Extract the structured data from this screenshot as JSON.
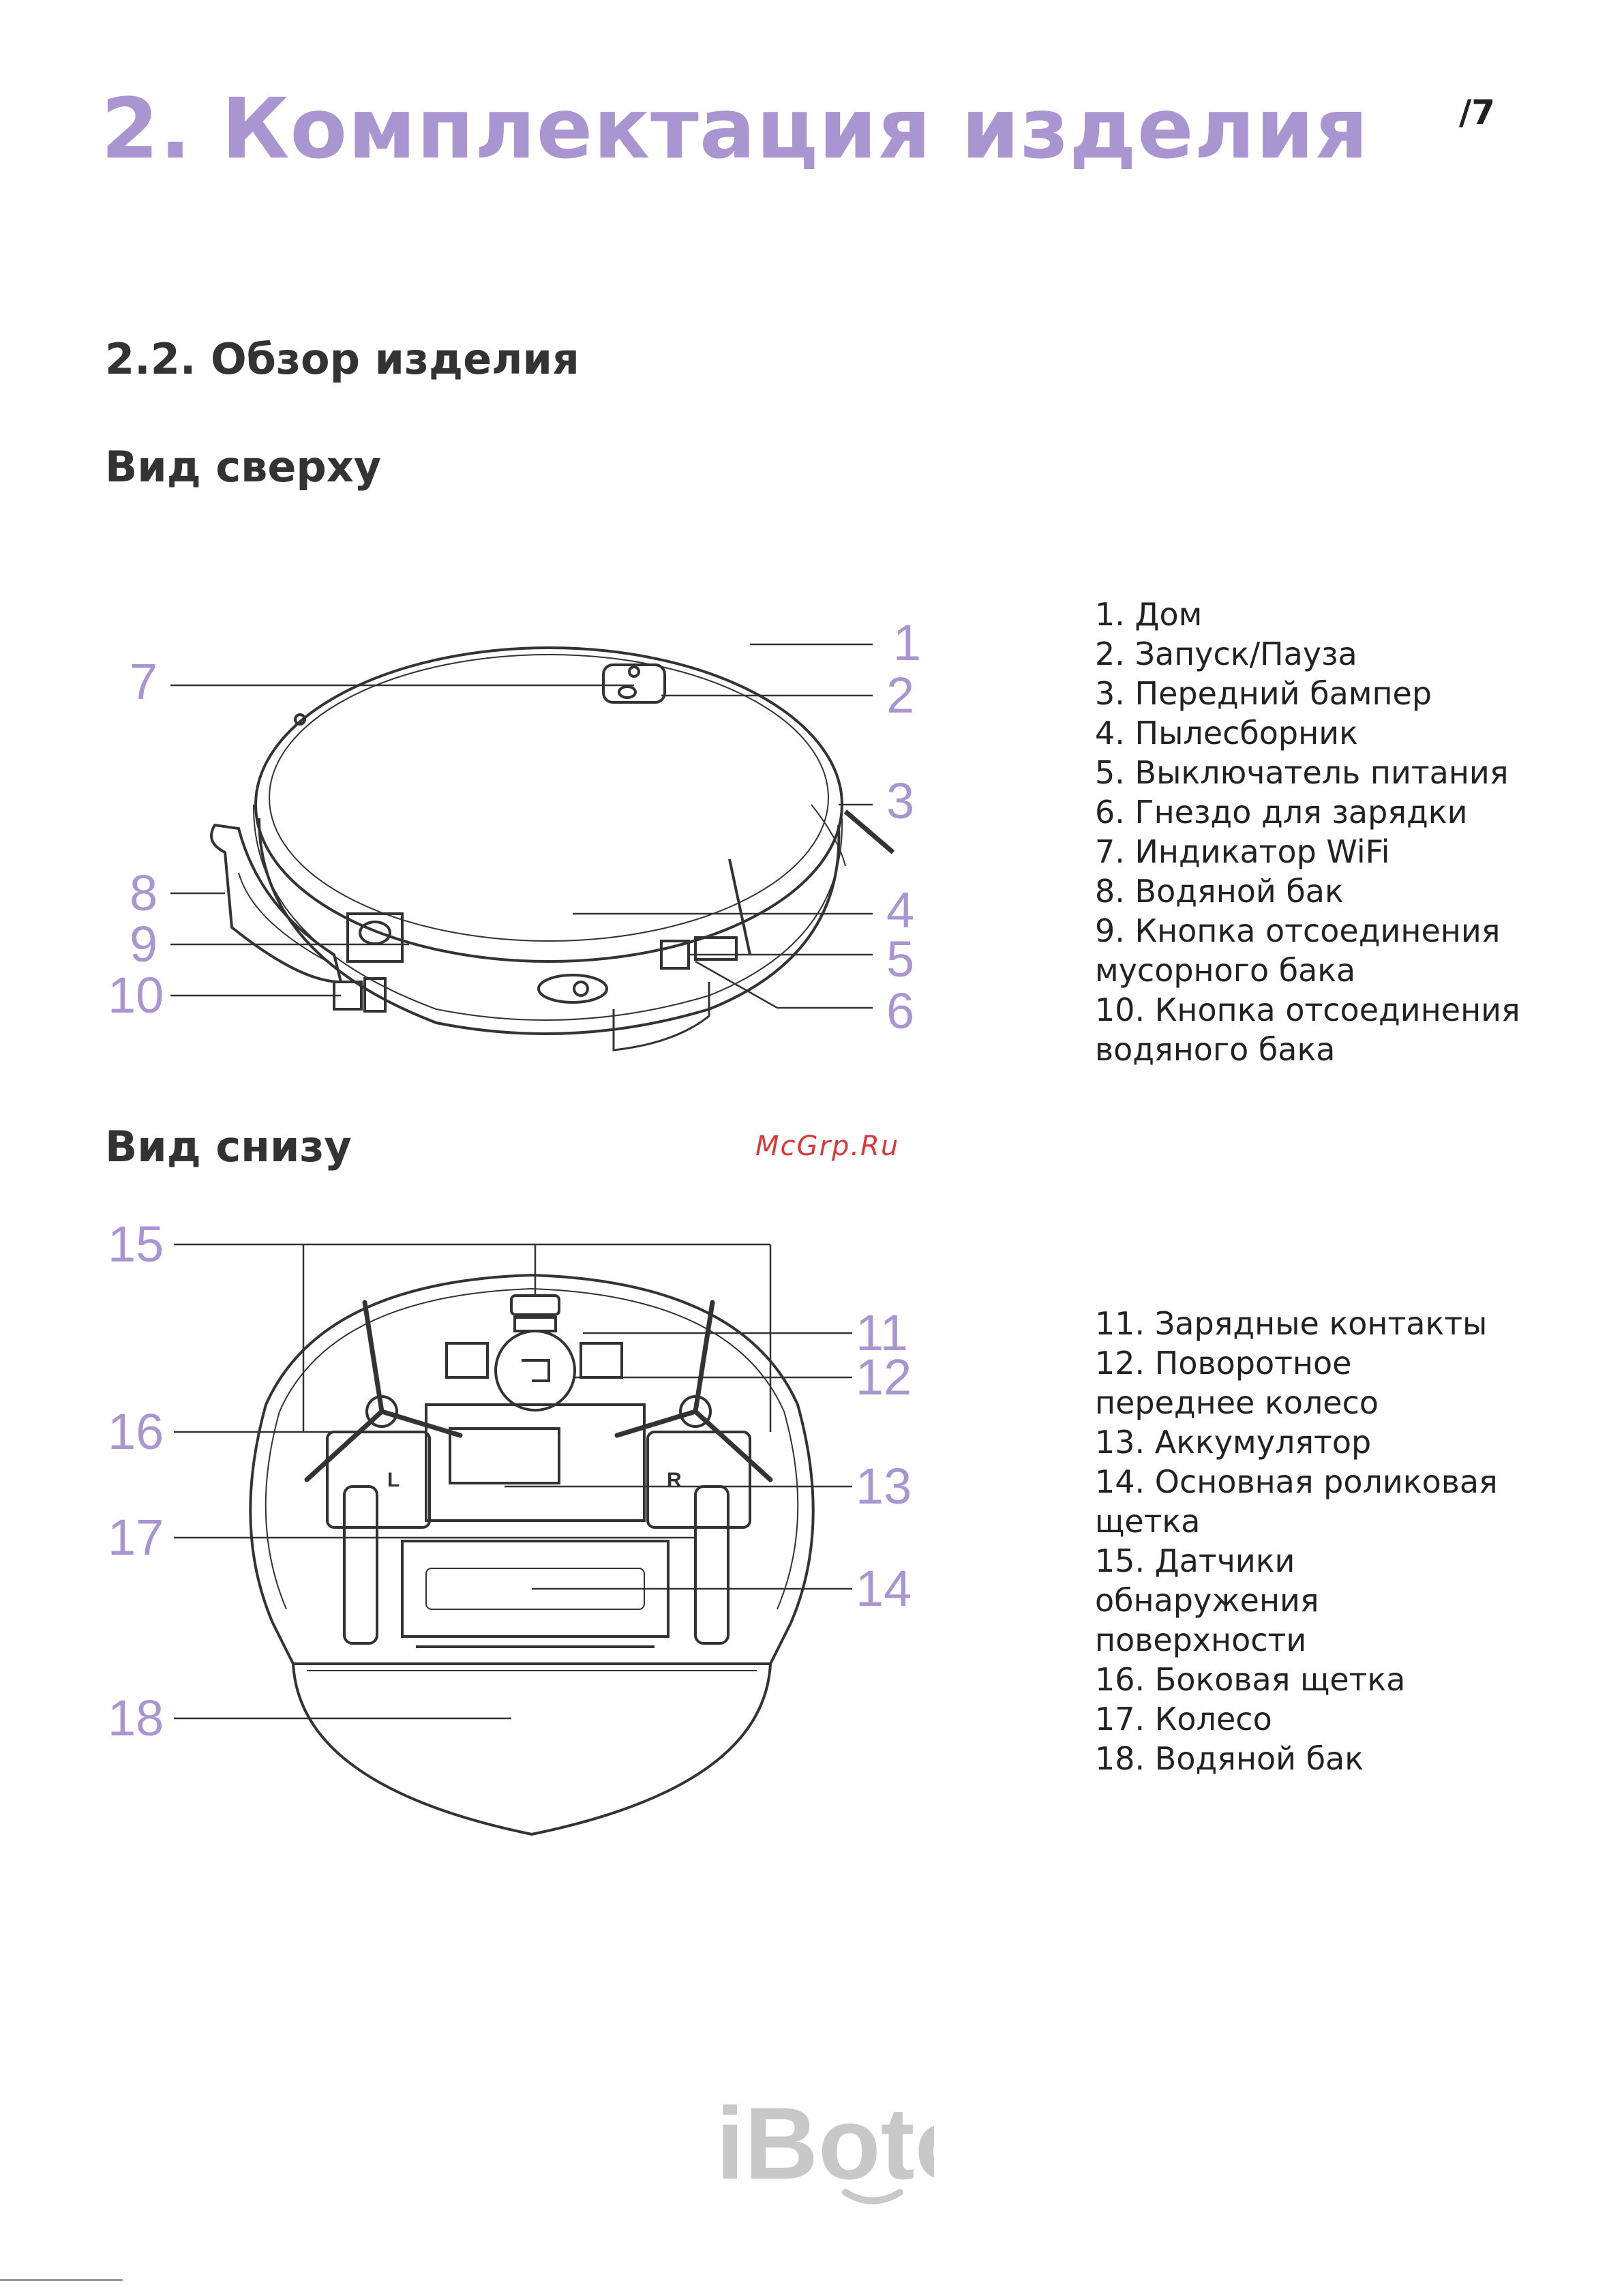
{
  "header": {
    "title": "2. Комплектация изделия",
    "page_number": "/7"
  },
  "section": {
    "title": "2.2. Обзор изделия"
  },
  "top_view": {
    "title": "Вид сверху",
    "callouts": [
      "1",
      "2",
      "3",
      "4",
      "5",
      "6",
      "7",
      "8",
      "9",
      "10"
    ],
    "legend": [
      "1. Дом",
      "2. Запуск/Пауза",
      "3. Передний бампер",
      "4. Пылесборник",
      "5. Выключатель питания",
      "6. Гнездо для зарядки",
      "7. Индикатор WiFi",
      "8. Водяной бак",
      "9. Кнопка отсоединения",
      "мусорного бака",
      "10. Кнопка отсоединения",
      "водяного бака"
    ]
  },
  "bottom_view": {
    "title": "Вид снизу",
    "callouts": [
      "11",
      "12",
      "13",
      "14",
      "15",
      "16",
      "17",
      "18"
    ],
    "wheel_left": "L",
    "wheel_right": "R",
    "legend": [
      "11. Зарядные контакты",
      "12. Поворотное",
      "переднее колесо",
      "13. Аккумулятор",
      "14. Основная роликовая",
      "щетка",
      "15. Датчики",
      "обнаружения",
      "поверхности",
      "16. Боковая щетка",
      "17. Колесо",
      "18. Водяной бак"
    ]
  },
  "watermark": "McGrp.Ru",
  "footer": {
    "logo": "iBoto"
  },
  "colors": {
    "accent": "#a996d0",
    "text": "#333333",
    "watermark": "#d43c3c",
    "logo": "#c8c8c8"
  }
}
